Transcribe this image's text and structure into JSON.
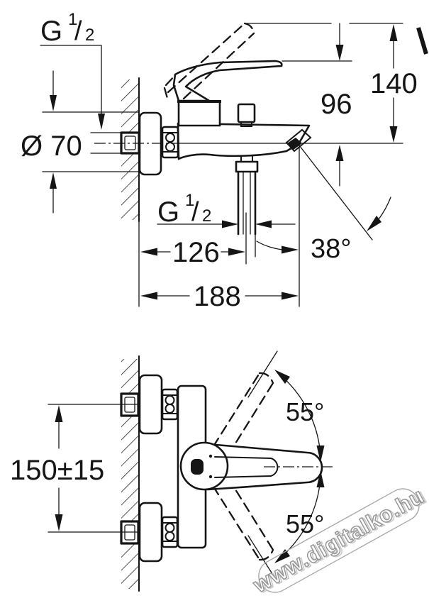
{
  "drawing_title": "wall-mounted bath mixer dimensional drawing",
  "colors": {
    "line": "#151515",
    "watermark": "#979797",
    "background": "#ffffff"
  },
  "side_view": {
    "thread_top": {
      "g": "G",
      "numerator": "1",
      "slash": "/",
      "denominator": "2"
    },
    "flange_diameter": "Ø 70",
    "height_open_handle": "140",
    "height_closed_handle": "96",
    "thread_bottom": {
      "g": "G",
      "numerator": "1",
      "slash": "/",
      "denominator": "2"
    },
    "outlet_offset": "126",
    "spout_angle": "38°",
    "total_projection": "188"
  },
  "front_view": {
    "connection_spacing": "150±15",
    "handle_swing_up": "55°",
    "handle_swing_down": "55°"
  },
  "watermark": {
    "text": "www.digitalko.hu"
  }
}
